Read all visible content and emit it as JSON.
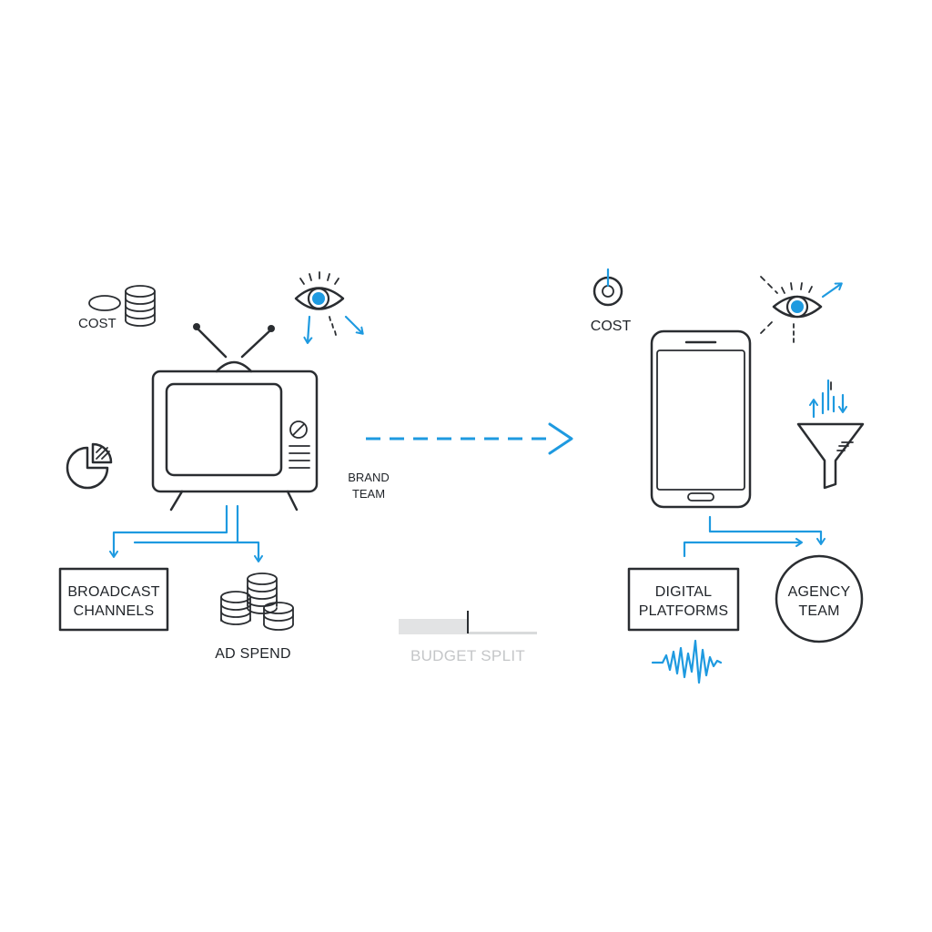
{
  "labels": {
    "cost_left": "COST",
    "broadcast_line1": "BROADCAST",
    "broadcast_line2": "CHANNELS",
    "ad_spend": "AD SPEND",
    "brand_line1": "BRAND",
    "brand_line2": "TEAM",
    "budget_split": "BUDGET SPLIT",
    "cost_right": "COST",
    "digital_line1": "DIGITAL",
    "digital_line2": "PLATFORMS",
    "agency_line1": "AGENCY",
    "agency_line2": "TEAM"
  },
  "budget_split_fraction": 0.5,
  "colors": {
    "accent": "#1e9ae0",
    "ink": "#2a2d31",
    "muted": "#c4c6c8"
  },
  "icons": [
    "coin-stack-icon",
    "eye-icon",
    "television-icon",
    "pie-chart-icon",
    "smartphone-icon",
    "power-icon",
    "funnel-icon",
    "sound-wave-icon"
  ]
}
